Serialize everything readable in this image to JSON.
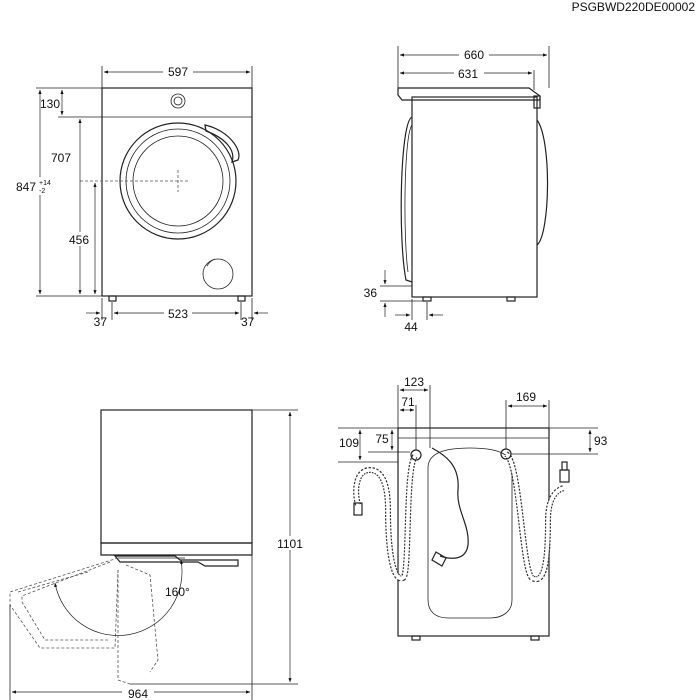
{
  "header": {
    "code": "PSGBWD220DE00002"
  },
  "front_view": {
    "width": "597",
    "top_panel": "130",
    "door_center_height": "707",
    "total_height_base": "847",
    "total_height_tol_plus": "+14",
    "total_height_tol_minus": "-2",
    "lower_height": "456",
    "foot_left": "37",
    "foot_span": "523",
    "foot_right": "37"
  },
  "side_view": {
    "total_depth": "660",
    "body_depth": "631",
    "foot_height": "36",
    "foot_offset": "44"
  },
  "door_view": {
    "door_angle": "160°",
    "open_height": "1101",
    "open_depth": "964"
  },
  "rear_view": {
    "inlet_offset": "123",
    "inlet_x": "71",
    "inlet_y": "75",
    "inlet_y_total": "109",
    "outlet_x": "169",
    "outlet_y": "93"
  }
}
